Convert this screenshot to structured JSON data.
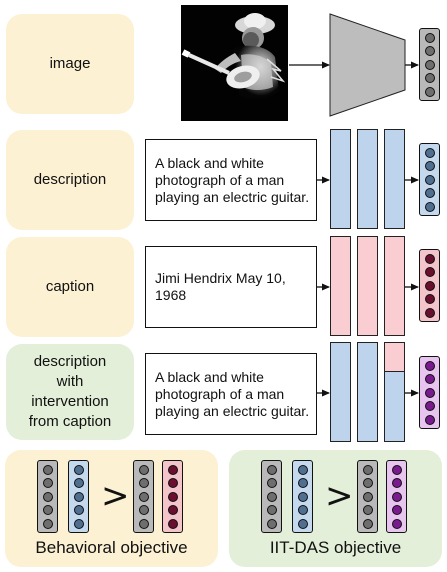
{
  "rows": {
    "image": {
      "label": "image"
    },
    "description": {
      "label": "description",
      "text": "A black and white photograph of a man playing an electric guitar."
    },
    "caption": {
      "label": "caption",
      "text": "Jimi Hendrix May 10, 1968"
    },
    "intervention": {
      "label_lines": [
        "description",
        "with",
        "intervention",
        "from caption"
      ],
      "text": "A black and white photograph of a man playing an electric guitar."
    }
  },
  "objectives": {
    "behavioral": {
      "label": "Behavioral objective",
      "symbol": ">"
    },
    "iit_das": {
      "label": "IIT-DAS objective",
      "symbol": ">"
    }
  },
  "colors": {
    "label_yellow": "#fdf1d4",
    "label_green": "#e3efd9",
    "layer_blue": "#bdd4ec",
    "layer_pink": "#f9cdd2",
    "encoder_gray": "#bdbdbd"
  }
}
